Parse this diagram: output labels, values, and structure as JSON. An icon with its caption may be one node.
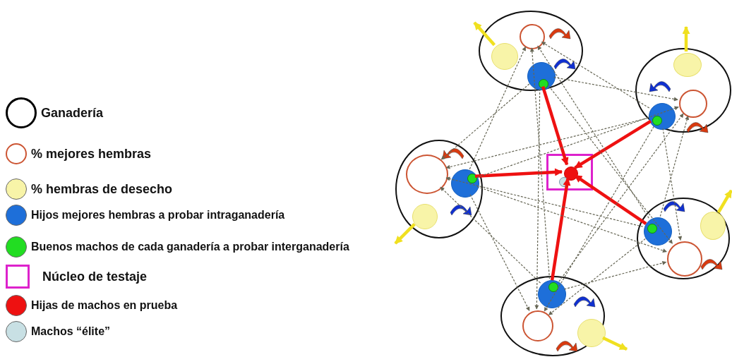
{
  "diagram": {
    "nodes": [
      {
        "text": [],
        "shape": "box"
      },
      {
        "text": [],
        "shape": "circle",
        "in": 0
      },
      {
        "text": [],
        "shape": "circle",
        "in": 0
      },
      {
        "text": [],
        "shape": "circle"
      },
      {
        "text": [],
        "shape": "circle",
        "in": 3
      },
      {
        "text": [],
        "shape": "circle",
        "in": 3
      },
      {
        "text": [],
        "shape": "circle",
        "in": 3
      },
      {
        "text": [],
        "shape": "circle",
        "in": 6
      },
      {
        "text": [],
        "shape": "circle"
      },
      {
        "text": [],
        "shape": "circle",
        "in": 8
      },
      {
        "text": [],
        "shape": "circle",
        "in": 8
      },
      {
        "text": [],
        "shape": "circle",
        "in": 8
      },
      {
        "text": [],
        "shape": "circle",
        "in": 11
      },
      {
        "text": [],
        "shape": "circle"
      },
      {
        "text": [],
        "shape": "circle",
        "in": 13
      },
      {
        "text": [],
        "shape": "circle",
        "in": 13
      },
      {
        "text": [],
        "shape": "circle",
        "in": 13
      },
      {
        "text": [],
        "shape": "circle",
        "in": 16
      },
      {
        "text": [],
        "shape": "circle"
      },
      {
        "text": [],
        "shape": "circle",
        "in": 18
      },
      {
        "text": [],
        "shape": "circle",
        "in": 18
      },
      {
        "text": [],
        "shape": "circle",
        "in": 18
      },
      {
        "text": [],
        "shape": "circle",
        "in": 21
      },
      {
        "text": [],
        "shape": "circle"
      },
      {
        "text": [],
        "shape": "circle",
        "in": 23
      },
      {
        "text": [],
        "shape": "circle",
        "in": 23
      },
      {
        "text": [],
        "shape": "circle",
        "in": 23
      },
      {
        "text": [],
        "shape": "circle",
        "in": 26
      }
    ],
    "edges": [
      {
        "from": 7,
        "to": 1,
        "arrow": "to",
        "style": "thick",
        "color": "#ee1111"
      },
      {
        "from": 12,
        "to": 1,
        "arrow": "to",
        "style": "thick",
        "color": "#ee1111"
      },
      {
        "from": 17,
        "to": 1,
        "arrow": "to",
        "style": "thick",
        "color": "#ee1111"
      },
      {
        "from": 22,
        "to": 1,
        "arrow": "to",
        "style": "thick",
        "color": "#ee1111"
      },
      {
        "from": 27,
        "to": 1,
        "arrow": "to",
        "style": "thick",
        "color": "#ee1111"
      },
      {
        "from": 5,
        "to": null,
        "arrow": "to",
        "style": "thick",
        "color": "#f0e020"
      },
      {
        "from": 9,
        "to": null,
        "arrow": "to",
        "style": "thick",
        "color": "#f0e020"
      },
      {
        "from": 15,
        "to": null,
        "arrow": "to",
        "style": "thick",
        "color": "#f0e020"
      },
      {
        "from": 20,
        "to": null,
        "arrow": "to",
        "style": "thick",
        "color": "#f0e020"
      },
      {
        "from": 25,
        "to": null,
        "arrow": "to",
        "style": "thick",
        "color": "#f0e020"
      },
      {
        "from": 6,
        "to": 10,
        "arrow": "to",
        "style": "dashed"
      },
      {
        "from": 6,
        "to": 14,
        "arrow": "to",
        "style": "dashed"
      },
      {
        "from": 6,
        "to": 19,
        "arrow": "to",
        "style": "dashed"
      },
      {
        "from": 6,
        "to": 24,
        "arrow": "to",
        "style": "dashed"
      },
      {
        "from": 11,
        "to": 4,
        "arrow": "to",
        "style": "dashed"
      },
      {
        "from": 11,
        "to": 14,
        "arrow": "to",
        "style": "dashed"
      },
      {
        "from": 11,
        "to": 19,
        "arrow": "to",
        "style": "dashed"
      },
      {
        "from": 11,
        "to": 24,
        "arrow": "to",
        "style": "dashed"
      },
      {
        "from": 16,
        "to": 4,
        "arrow": "to",
        "style": "dashed"
      },
      {
        "from": 16,
        "to": 10,
        "arrow": "to",
        "style": "dashed"
      },
      {
        "from": 16,
        "to": 19,
        "arrow": "to",
        "style": "dashed"
      },
      {
        "from": 16,
        "to": 24,
        "arrow": "to",
        "style": "dashed"
      },
      {
        "from": 21,
        "to": 4,
        "arrow": "to",
        "style": "dashed"
      },
      {
        "from": 21,
        "to": 10,
        "arrow": "to",
        "style": "dashed"
      },
      {
        "from": 21,
        "to": 14,
        "arrow": "to",
        "style": "dashed"
      },
      {
        "from": 21,
        "to": 24,
        "arrow": "to",
        "style": "dashed"
      },
      {
        "from": 26,
        "to": 4,
        "arrow": "to",
        "style": "dashed"
      },
      {
        "from": 26,
        "to": 10,
        "arrow": "to",
        "style": "dashed"
      },
      {
        "from": 26,
        "to": 14,
        "arrow": "to",
        "style": "dashed"
      },
      {
        "from": 26,
        "to": 19,
        "arrow": "to",
        "style": "dashed"
      }
    ],
    "legend": [
      {
        "text": "Ganadería",
        "color": "#000000"
      },
      {
        "text": "% mejores hembras",
        "color": "#cc5533"
      },
      {
        "text": "% hembras de desecho",
        "color": "#f8f4a8"
      },
      {
        "text": "Hijos mejores hembras a probar intraganadería",
        "color": "#1e6fd9"
      },
      {
        "text": "Buenos machos de cada ganadería a probar interganadería",
        "color": "#22dd22"
      },
      {
        "text": "Núcleo de testaje",
        "color": "#dd22cc"
      },
      {
        "text": "Hijas de machos en prueba",
        "color": "#ee1111"
      },
      {
        "text": "Machos “élite”",
        "color": "#c8e0e4"
      }
    ]
  }
}
